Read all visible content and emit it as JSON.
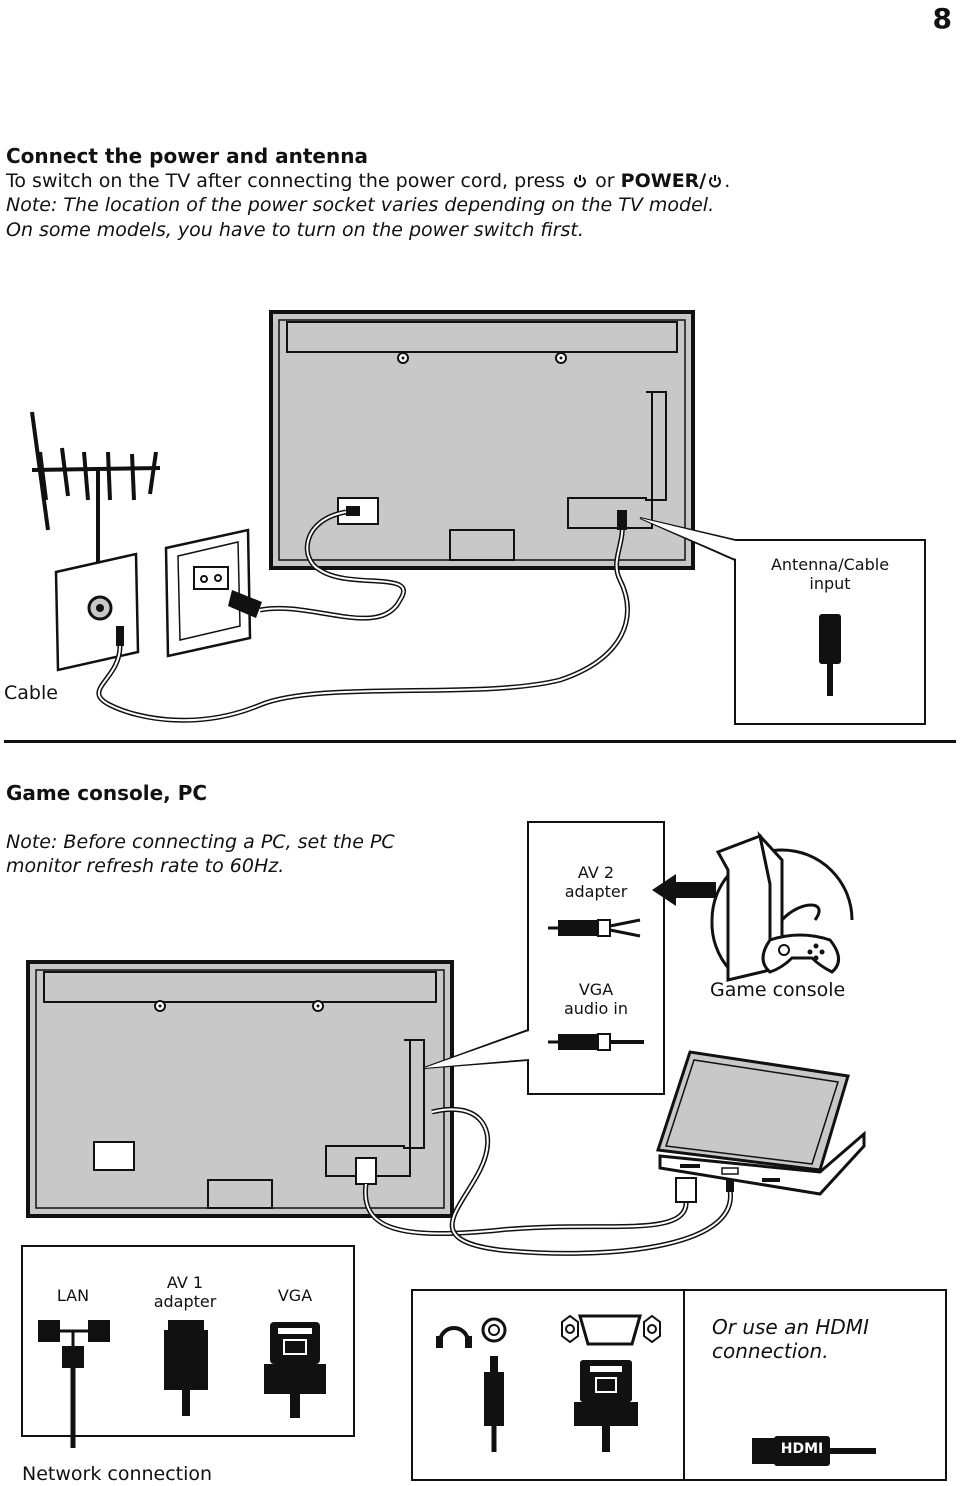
{
  "page_number": "8",
  "power_section": {
    "heading": "Connect the power and antenna",
    "line1_a": "To switch on the TV after connecting the power cord, press",
    "line1_b": "or",
    "line1_c": "POWER/",
    "line1_d": ".",
    "note1": "Note: The location of the power socket varies depending on the TV model.",
    "note2": "On some models, you have to turn on the power switch first.",
    "antenna_input_label_1": "Antenna/Cable",
    "antenna_input_label_2": "input",
    "cable_label": "Cable"
  },
  "game_section": {
    "heading": "Game console, PC",
    "note1": "Note: Before connecting a PC, set the PC",
    "note2": "monitor refresh rate to 60Hz.",
    "av2_label_1": "AV 2",
    "av2_label_2": "adapter",
    "vga_audio_label_1": "VGA",
    "vga_audio_label_2": "audio in",
    "game_console_label": "Game console",
    "lan_label": "LAN",
    "av1_label_1": "AV 1",
    "av1_label_2": "adapter",
    "vga_label": "VGA",
    "network_label": "Network connection",
    "hdmi_note_1": "Or use an HDMI",
    "hdmi_note_2": "connection.",
    "hdmi_plug_text": "HDMI"
  }
}
